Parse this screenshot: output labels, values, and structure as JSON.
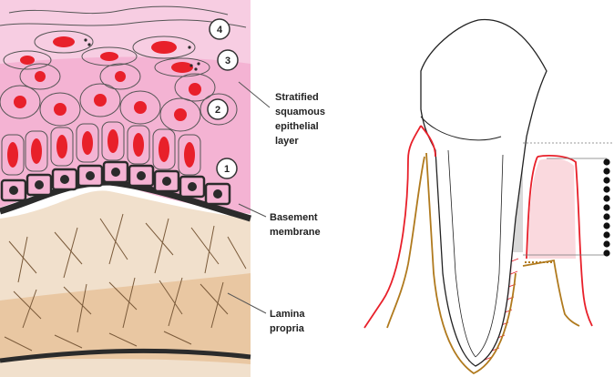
{
  "histology": {
    "layer_numbers": [
      "1",
      "2",
      "3",
      "4"
    ],
    "labels": {
      "epithelium": [
        "Stratified",
        "squamous",
        "epithelial",
        "layer"
      ],
      "basement": [
        "Basement",
        "membrane"
      ],
      "lamina": [
        "Lamina",
        "propria"
      ]
    }
  },
  "colors": {
    "epithelium_pink": "#f2a6cc",
    "nucleus_red": "#e8202a",
    "basement_black": "#2b2b2b",
    "lamina_tan": "#e9c9a4",
    "gingiva_red": "#e8202a",
    "bone_brown": "#b07a1e",
    "enamel_gray": "#d9d9d9"
  }
}
